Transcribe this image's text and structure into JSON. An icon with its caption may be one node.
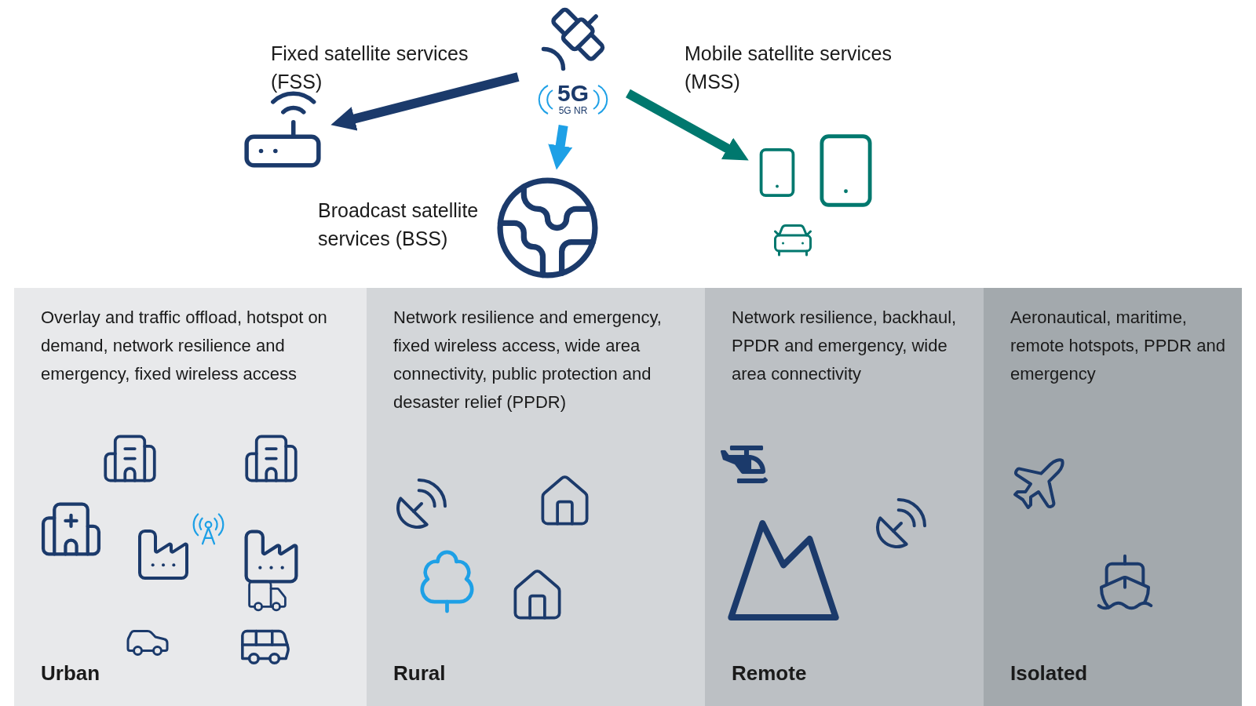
{
  "diagram": {
    "nodes": [
      {
        "text": [
          "5G",
          "5G NR"
        ]
      },
      {
        "text": [],
        "shape": "picture"
      },
      {
        "text": [],
        "shape": "picture"
      },
      {
        "text": [],
        "shape": "picture"
      },
      {
        "text": [
          "Overlay and traffic offload, hotspot on demand, network resilience and emergency, fixed wireless access",
          "Urban"
        ]
      },
      {
        "text": [
          "Network resilience and emergency, fixed wireless access, wide area connectivity, public protection and desaster relief (PPDR)",
          "Rural"
        ]
      },
      {
        "text": [
          "Network resilience, backhaul, PPDR and emergency, wide area connectivity",
          "Remote"
        ]
      },
      {
        "text": [
          "Aeronautical, maritime, remote hotspots, PPDR and emergency",
          "Isolated"
        ]
      }
    ],
    "edges": [
      {
        "from": 0,
        "to": 1,
        "arrow": "to",
        "label": "Fixed satellite services (FSS)",
        "color": "#1b3a6b"
      },
      {
        "from": 0,
        "to": 2,
        "arrow": "to",
        "label": "Broadcast satellite services (BSS)",
        "color": "#1ea0e6"
      },
      {
        "from": 0,
        "to": 3,
        "arrow": "to",
        "label": "Mobile satellite services (MSS)",
        "color": "#00786e"
      }
    ]
  }
}
